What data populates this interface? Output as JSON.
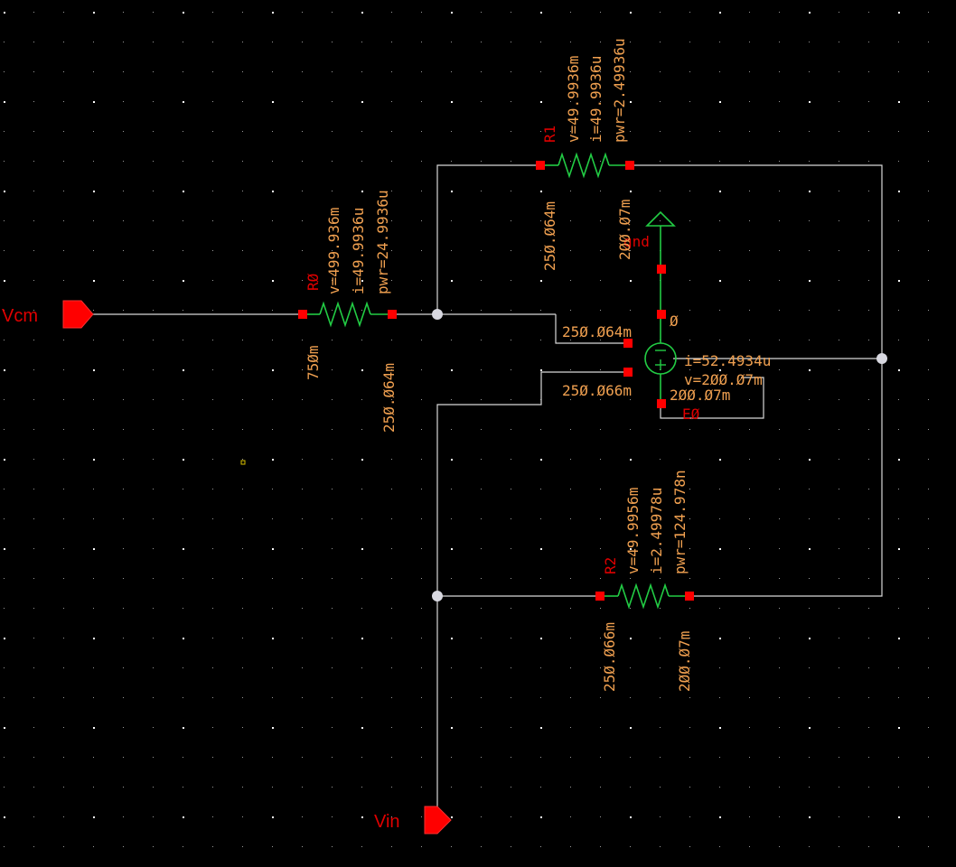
{
  "ports": {
    "vcm": "Vcm",
    "vin": "Vin"
  },
  "r0": {
    "name": "RØ",
    "v": "v=499.936m",
    "i": "i=49.9936u",
    "pwr": "pwr=24.9936u",
    "node_left": "75Øm",
    "node_right": "25Ø.Ø64m"
  },
  "r1": {
    "name": "R1",
    "v": "v=49.9936m",
    "i": "i=49.9936u",
    "pwr": "pwr=2.49936u",
    "node_left": "25Ø.Ø64m",
    "node_right": "2ØØ.Ø7m"
  },
  "r2": {
    "name": "R2",
    "v": "v=49.9956m",
    "i": "i=2.49978u",
    "pwr": "pwr=124.978n",
    "node_left": "25Ø.Ø66m",
    "node_right": "2ØØ.Ø7m"
  },
  "e0": {
    "name": "EØ",
    "i": "i=52.4934u",
    "v": "v=2ØØ.Ø7m",
    "node_plus": "25Ø.Ø64m",
    "node_minus": "25Ø.Ø66m",
    "node_out": "2ØØ.Ø7m",
    "node_gnd": "Ø"
  },
  "gnd": {
    "label": "gnd"
  },
  "colors": {
    "background": "#000000",
    "wire": "#d8d8d8",
    "component": "#22cc44",
    "pin": "#ff0000",
    "annotation": "#f0a050"
  }
}
